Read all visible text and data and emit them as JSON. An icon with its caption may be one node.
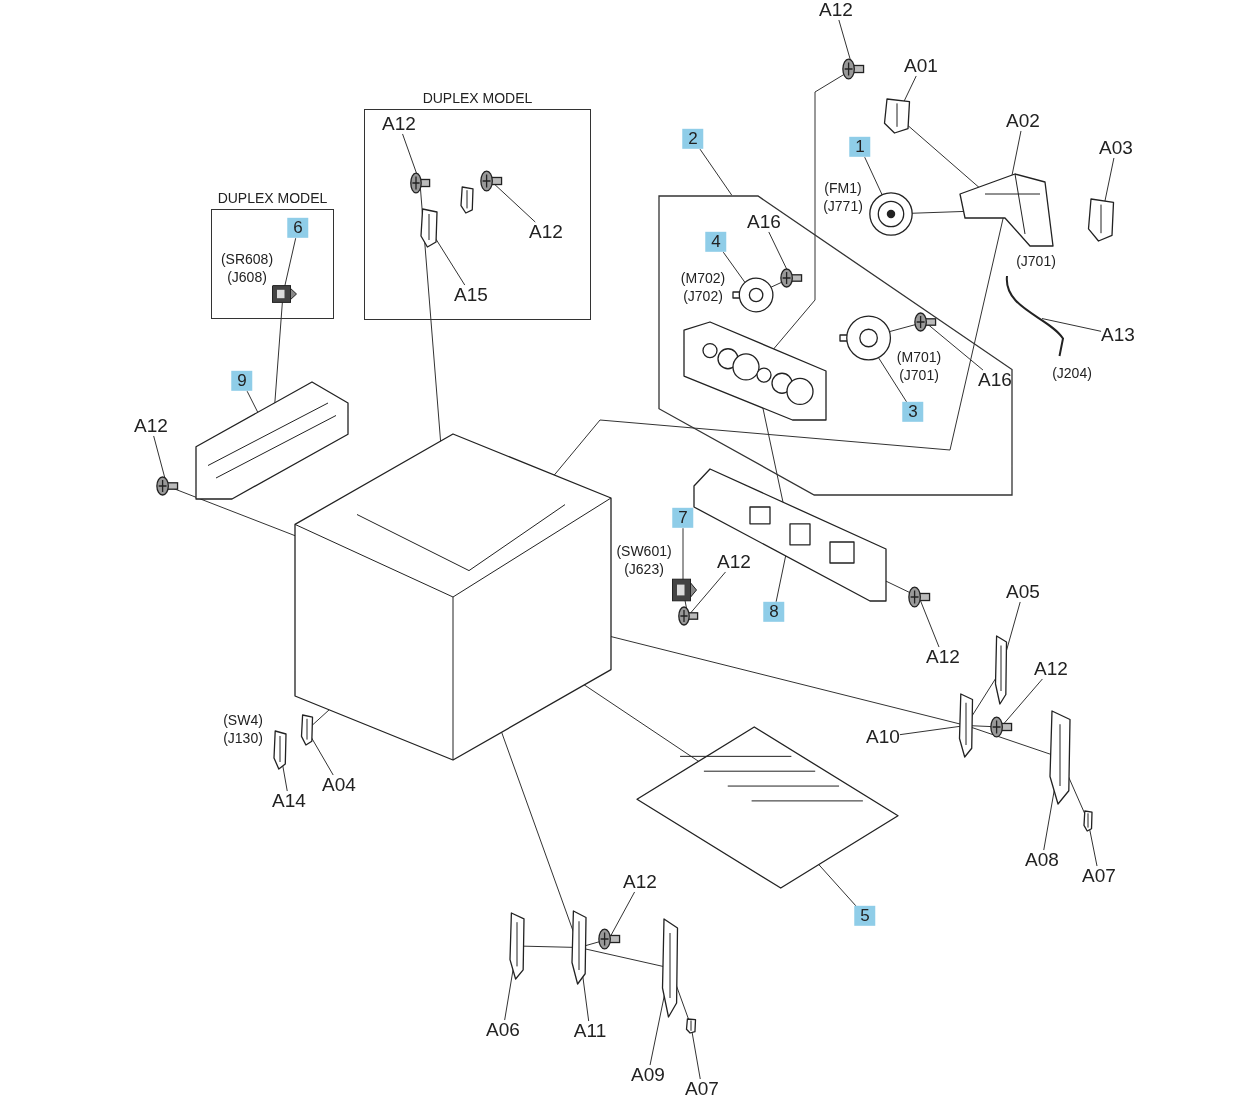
{
  "diagram": {
    "nodes": [
      {
        "text": [
          "DUPLEX MODEL"
        ]
      },
      {
        "text": [
          "DUPLEX MODEL"
        ]
      },
      {
        "text": [],
        "shape": "box"
      },
      {
        "text": [],
        "shape": "picture"
      },
      {
        "text": [],
        "shape": "picture"
      },
      {
        "text": [],
        "shape": "picture",
        "beside": [
          "(FM1) (J771)"
        ]
      },
      {
        "text": [],
        "shape": "picture"
      },
      {
        "text": [],
        "shape": "picture"
      },
      {
        "text": [],
        "shape": "picture",
        "in": 2,
        "beside": [
          "(M702) (J702)"
        ]
      },
      {
        "text": [],
        "shape": "picture",
        "in": 2
      },
      {
        "text": [],
        "shape": "picture",
        "in": 2,
        "beside": [
          "(M701) (J701)"
        ]
      },
      {
        "text": [],
        "shape": "picture",
        "in": 2
      },
      {
        "text": [],
        "shape": "picture",
        "in": 2
      },
      {
        "text": [],
        "shape": "picture"
      },
      {
        "text": [],
        "shape": "picture",
        "in": 1
      },
      {
        "text": [],
        "shape": "picture",
        "in": 1
      },
      {
        "text": [],
        "shape": "picture",
        "in": 1
      },
      {
        "text": [],
        "shape": "picture",
        "in": 0,
        "beside": [
          "(SR608) (J608)"
        ]
      },
      {
        "text": [],
        "shape": "picture"
      },
      {
        "text": [],
        "shape": "picture"
      },
      {
        "text": [],
        "shape": "picture"
      },
      {
        "text": [],
        "shape": "picture",
        "beside": [
          "(SW601) (J623)"
        ]
      },
      {
        "text": [],
        "shape": "picture"
      },
      {
        "text": [],
        "shape": "picture"
      },
      {
        "text": [],
        "shape": "picture"
      },
      {
        "text": [],
        "shape": "picture"
      },
      {
        "text": [],
        "shape": "picture"
      },
      {
        "text": [],
        "shape": "picture"
      },
      {
        "text": [],
        "shape": "picture"
      },
      {
        "text": [],
        "shape": "picture"
      },
      {
        "text": [],
        "shape": "picture"
      },
      {
        "text": [],
        "shape": "picture"
      },
      {
        "text": [],
        "shape": "picture"
      },
      {
        "text": [],
        "shape": "picture"
      },
      {
        "text": [],
        "shape": "picture"
      },
      {
        "text": [],
        "shape": "picture"
      },
      {
        "text": [],
        "shape": "picture"
      },
      {
        "text": [],
        "shape": "picture"
      },
      {
        "text": [
          "A12"
        ]
      },
      {
        "text": [
          "A01"
        ]
      },
      {
        "text": [
          "A02"
        ]
      },
      {
        "text": [
          "A03"
        ]
      },
      {
        "text": [
          "1"
        ]
      },
      {
        "text": [
          "2"
        ]
      },
      {
        "text": [
          "4"
        ],
        "in": 2
      },
      {
        "text": [
          "A16"
        ],
        "in": 2
      },
      {
        "text": [
          "A13"
        ]
      },
      {
        "text": [
          "A16"
        ],
        "in": 2
      },
      {
        "text": [
          "3"
        ],
        "in": 2
      },
      {
        "text": [
          "A12"
        ],
        "in": 1
      },
      {
        "text": [
          "A12"
        ],
        "in": 1
      },
      {
        "text": [
          "A15"
        ],
        "in": 1
      },
      {
        "text": [
          "6"
        ],
        "in": 0
      },
      {
        "text": [
          "9"
        ]
      },
      {
        "text": [
          "A12"
        ]
      },
      {
        "text": [
          "7"
        ]
      },
      {
        "text": [
          "A12"
        ]
      },
      {
        "text": [
          "8"
        ]
      },
      {
        "text": [
          "A12"
        ]
      },
      {
        "text": [
          "A05"
        ]
      },
      {
        "text": [
          "A12"
        ]
      },
      {
        "text": [
          "A10"
        ]
      },
      {
        "text": [
          "A08"
        ]
      },
      {
        "text": [
          "A07"
        ]
      },
      {
        "text": [
          "A14"
        ]
      },
      {
        "text": [
          "A04"
        ]
      },
      {
        "text": [
          "5"
        ]
      },
      {
        "text": [
          "A12"
        ]
      },
      {
        "text": [
          "A06"
        ]
      },
      {
        "text": [
          "A11"
        ]
      },
      {
        "text": [
          "A09"
        ]
      },
      {
        "text": [
          "A07"
        ]
      }
    ],
    "edges": [
      {
        "from": 38,
        "to": 3,
        "arrow": "none"
      },
      {
        "from": 39,
        "to": 4,
        "arrow": "none"
      },
      {
        "from": 40,
        "to": 6,
        "arrow": "none"
      },
      {
        "from": 41,
        "to": 7,
        "arrow": "none"
      },
      {
        "from": 42,
        "to": 5,
        "arrow": "none"
      },
      {
        "from": 43,
        "to": 2,
        "arrow": "none"
      },
      {
        "from": 44,
        "to": 8,
        "arrow": "none"
      },
      {
        "from": 45,
        "to": 9,
        "arrow": "none"
      },
      {
        "from": 46,
        "to": 13,
        "arrow": "none"
      },
      {
        "from": 47,
        "to": 11,
        "arrow": "none"
      },
      {
        "from": 48,
        "to": 10,
        "arrow": "none"
      },
      {
        "from": 49,
        "to": 14,
        "arrow": "none"
      },
      {
        "from": 50,
        "to": 16,
        "arrow": "none"
      },
      {
        "from": 51,
        "to": 15,
        "arrow": "none"
      },
      {
        "from": 52,
        "to": 17,
        "arrow": "none"
      },
      {
        "from": 53,
        "to": 18,
        "arrow": "none"
      },
      {
        "from": 54,
        "to": 19,
        "arrow": "none"
      },
      {
        "from": 55,
        "to": 21,
        "arrow": "none"
      },
      {
        "from": 56,
        "to": 22,
        "arrow": "none"
      },
      {
        "from": 57,
        "to": 23,
        "arrow": "none"
      },
      {
        "from": 58,
        "to": 24,
        "arrow": "none"
      },
      {
        "from": 59,
        "to": 25,
        "arrow": "none"
      },
      {
        "from": 60,
        "to": 26,
        "arrow": "none"
      },
      {
        "from": 61,
        "to": 27,
        "arrow": "none"
      },
      {
        "from": 62,
        "to": 28,
        "arrow": "none"
      },
      {
        "from": 63,
        "to": 29,
        "arrow": "none"
      },
      {
        "from": 64,
        "to": 30,
        "arrow": "none"
      },
      {
        "from": 65,
        "to": 31,
        "arrow": "none"
      },
      {
        "from": 66,
        "to": 32,
        "arrow": "none"
      },
      {
        "from": 67,
        "to": 35,
        "arrow": "none"
      },
      {
        "from": 68,
        "to": 33,
        "arrow": "none"
      },
      {
        "from": 69,
        "to": 34,
        "arrow": "none"
      },
      {
        "from": 70,
        "to": 36,
        "arrow": "none"
      },
      {
        "from": 71,
        "to": 37,
        "arrow": "none"
      },
      {
        "from": 3,
        "to": 12,
        "arrow": "none"
      },
      {
        "from": 4,
        "to": 6,
        "arrow": "none"
      },
      {
        "from": 5,
        "to": 6,
        "arrow": "none"
      },
      {
        "from": 20,
        "to": 6,
        "arrow": "none"
      },
      {
        "from": 9,
        "to": 8,
        "arrow": "none"
      },
      {
        "from": 11,
        "to": 10,
        "arrow": "none"
      },
      {
        "from": 12,
        "to": 23,
        "arrow": "none"
      },
      {
        "from": 14,
        "to": 20,
        "arrow": "none"
      },
      {
        "from": 17,
        "to": 18,
        "arrow": "none"
      },
      {
        "from": 19,
        "to": 20,
        "arrow": "none"
      },
      {
        "from": 20,
        "to": 27,
        "arrow": "none"
      },
      {
        "from": 22,
        "to": 21,
        "arrow": "none"
      },
      {
        "from": 24,
        "to": 23,
        "arrow": "none"
      },
      {
        "from": 25,
        "to": 27,
        "arrow": "none"
      },
      {
        "from": 26,
        "to": 27,
        "arrow": "none"
      },
      {
        "from": 27,
        "to": 28,
        "arrow": "none"
      },
      {
        "from": 28,
        "to": 29,
        "arrow": "none"
      },
      {
        "from": 31,
        "to": 20,
        "arrow": "none"
      },
      {
        "from": 20,
        "to": 32,
        "arrow": "none"
      },
      {
        "from": 20,
        "to": 34,
        "arrow": "none"
      },
      {
        "from": 33,
        "to": 34,
        "arrow": "none"
      },
      {
        "from": 35,
        "to": 34,
        "arrow": "none"
      },
      {
        "from": 34,
        "to": 36,
        "arrow": "none"
      },
      {
        "from": 36,
        "to": 37,
        "arrow": "none"
      }
    ],
    "labels": [
      "(J701)",
      "(J204)",
      "(SW4) (J130)"
    ]
  }
}
